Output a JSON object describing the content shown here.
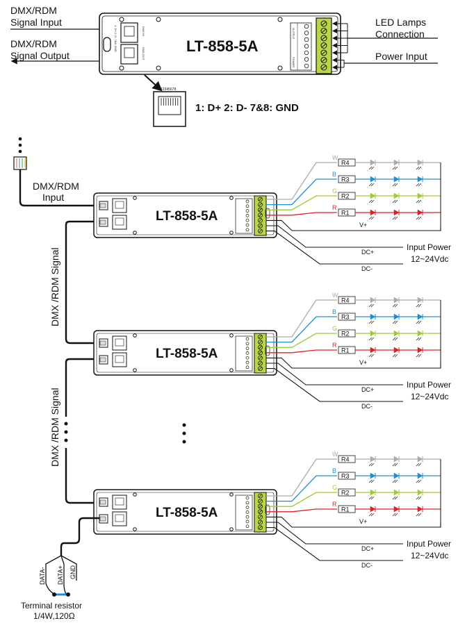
{
  "top": {
    "device_model": "LT-858-5A",
    "dmx_input_label": [
      "DMX/RDM",
      "Signal Input"
    ],
    "dmx_output_label": [
      "DMX/RDM",
      "Signal Output"
    ],
    "led_label": [
      "LED Lamps",
      "Connection"
    ],
    "power_label": "Power Input",
    "pinout": "1: D+   2: D-   7&8: GND",
    "port_in_text": "DMX IN",
    "port_out_text": "DMX OUT",
    "side_text": "1: D+  2: D-  7&8: GND",
    "output_text": "OUTPUT",
    "power_text": "POWER",
    "terminal_texts": [
      "W",
      "B",
      "G",
      "R",
      "V+",
      "DC+",
      "DC-"
    ]
  },
  "units": [
    {
      "model": "LT-858-5A"
    },
    {
      "model": "LT-858-5A"
    },
    {
      "model": "LT-858-5A"
    }
  ],
  "channels": [
    {
      "letter": "W",
      "resistor": "R4",
      "color": "#aaaaaa"
    },
    {
      "letter": "B",
      "resistor": "R3",
      "color": "#1a8fd6"
    },
    {
      "letter": "G",
      "resistor": "R2",
      "color": "#9ccc2e"
    },
    {
      "letter": "R",
      "resistor": "R1",
      "color": "#e02020"
    }
  ],
  "strip_labels": {
    "vplus": "V+",
    "dcplus": "DC+",
    "dcminus": "DC-"
  },
  "input_power": [
    "Input Power",
    "12~24Vdc"
  ],
  "dmx_in_label": [
    "DMX/RDM",
    "Input"
  ],
  "chain_label": "DMX /RDM Signal",
  "terminal": {
    "wires": [
      "DATA-",
      "DATA+",
      "GND"
    ],
    "label": [
      "Terminal resistor",
      "1/4W,120Ω"
    ]
  },
  "colors": {
    "terminal_green": "#b9d64a",
    "wire": "#111111"
  }
}
